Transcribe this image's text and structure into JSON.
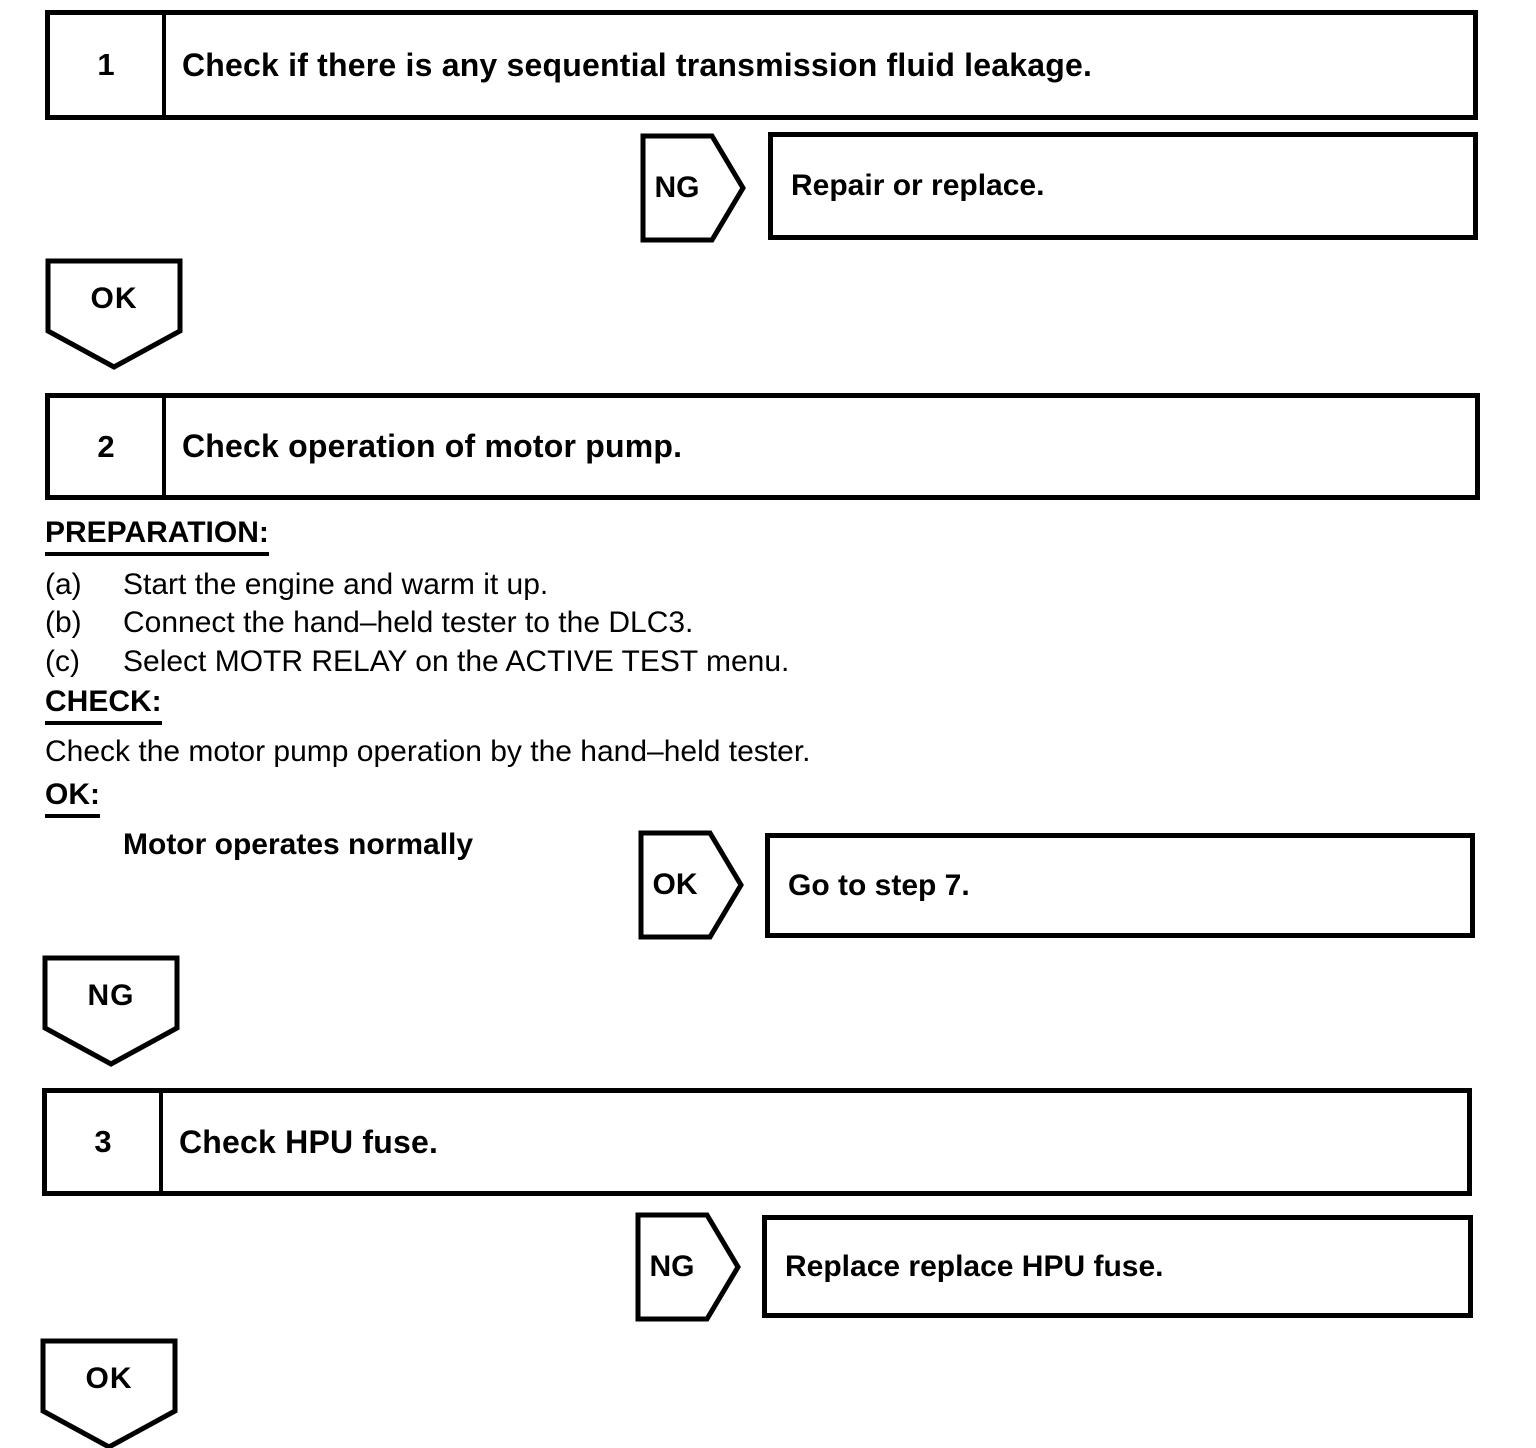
{
  "page": {
    "background_color": "#ffffff",
    "ink_color": "#000000"
  },
  "steps": [
    {
      "number": "1",
      "title": "Check if there is any sequential transmission fluid leakage."
    },
    {
      "number": "2",
      "title": "Check operation of motor pump."
    },
    {
      "number": "3",
      "title": "Check HPU fuse."
    }
  ],
  "branches": [
    {
      "tag": "NG",
      "result": "Repair or replace."
    },
    {
      "tag": "OK",
      "result": "Go to step 7."
    },
    {
      "tag": "NG",
      "result": "Replace replace HPU fuse."
    }
  ],
  "down_markers": [
    {
      "label": "OK"
    },
    {
      "label": "NG"
    },
    {
      "label": "OK"
    }
  ],
  "step2_details": {
    "preparation_heading": "PREPARATION:",
    "preparation_items": [
      {
        "label": "(a)",
        "text": "Start the engine and warm it up."
      },
      {
        "label": "(b)",
        "text": "Connect the hand–held tester to the DLC3."
      },
      {
        "label": "(c)",
        "text": "Select MOTR RELAY on the ACTIVE TEST menu."
      }
    ],
    "check_heading": "CHECK:",
    "check_text": "Check the motor pump operation by the hand–held tester.",
    "ok_heading": "OK:",
    "ok_text": "Motor operates normally"
  }
}
